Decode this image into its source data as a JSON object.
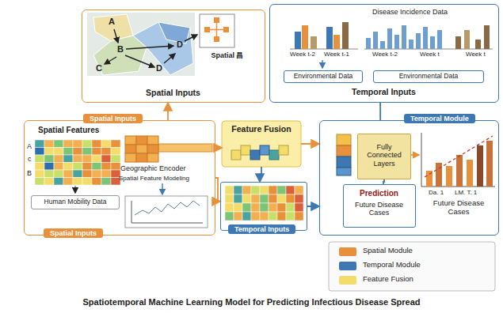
{
  "diagram": {
    "caption": "Spatiotemporal Machine Learning Model for Predicting Infectious Disease Spread",
    "nodes": [
      {
        "text": [
          "Spatial Inputs"
        ]
      },
      {
        "text": [
          "Spatial 昌"
        ],
        "in": 0
      },
      {
        "text": [
          "Temporal Inputs"
        ]
      },
      {
        "text": [
          "Environmental Data"
        ],
        "in": 2
      },
      {
        "text": [
          "Environmental Data"
        ],
        "in": 2
      },
      {
        "text": [
          "Spatial Inputs",
          "Spatial Inputs"
        ]
      },
      {
        "text": [
          "Human Mobility Data"
        ],
        "in": 5
      },
      {
        "text": [
          "Feature Fusion"
        ]
      },
      {
        "text": [
          "Temporal Inputs"
        ]
      },
      {
        "text": [
          "Temporal Module"
        ]
      },
      {
        "text": [
          "Fully Connected Layers"
        ],
        "in": 9
      },
      {
        "text": [
          "Prediction",
          "Future Disease Cases"
        ],
        "in": 9
      }
    ],
    "edges": [
      {
        "from": 5,
        "to": 0,
        "arrow": "to"
      },
      {
        "from": 5,
        "to": 7,
        "arrow": "to"
      },
      {
        "from": 5,
        "to": 8,
        "arrow": "to"
      },
      {
        "from": 7,
        "to": 8,
        "arrow": "to"
      },
      {
        "from": 7,
        "to": 9,
        "arrow": "to"
      },
      {
        "from": 8,
        "to": 9,
        "arrow": "to"
      },
      {
        "from": 9,
        "to": 2,
        "arrow": "none"
      },
      {
        "from": 10,
        "to": 11,
        "arrow": "none"
      }
    ],
    "labels": [
      "A",
      "B",
      "C",
      "D",
      "D",
      "Disease Incidence Data",
      "Week t-2",
      "Week t-1",
      "Week t-2",
      "Week t",
      "Week t",
      "Spatial Features",
      "A",
      "c",
      "B",
      "Geographic Encoder",
      "Spatial Feature Modeling",
      "Da. 1",
      "LM. T. 1",
      "Future Disease Cases"
    ],
    "legend": [
      {
        "text": "Spatial Module",
        "color": "#e8913a"
      },
      {
        "text": "Temporal Module",
        "color": "#3e78b2"
      },
      {
        "text": "Feature Fusion",
        "color": "#f3dc6a"
      }
    ]
  }
}
